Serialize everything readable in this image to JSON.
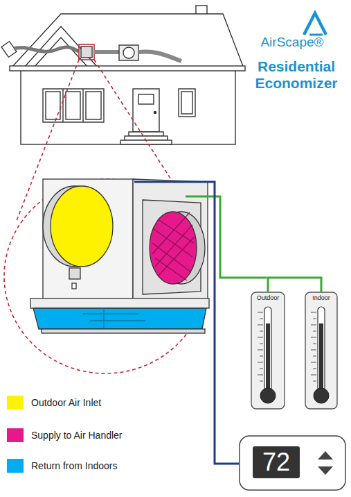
{
  "diagram": {
    "title": "Residential Economizer",
    "nodes": [
      {
        "text": [
          "Outdoor"
        ]
      },
      {
        "text": [
          "Indoor"
        ]
      },
      {
        "text": [
          "72"
        ]
      }
    ],
    "edges": [
      {
        "from": 0,
        "to": 1,
        "arrow": "none"
      }
    ],
    "labels": [
      "AirScape®"
    ],
    "legend": [
      {
        "text": "Outdoor Air Inlet",
        "color": "#fff200"
      },
      {
        "text": "Supply to Air Handler",
        "color": "#e6198c"
      },
      {
        "text": "Return from Indoors",
        "color": "#00aeef"
      }
    ]
  }
}
